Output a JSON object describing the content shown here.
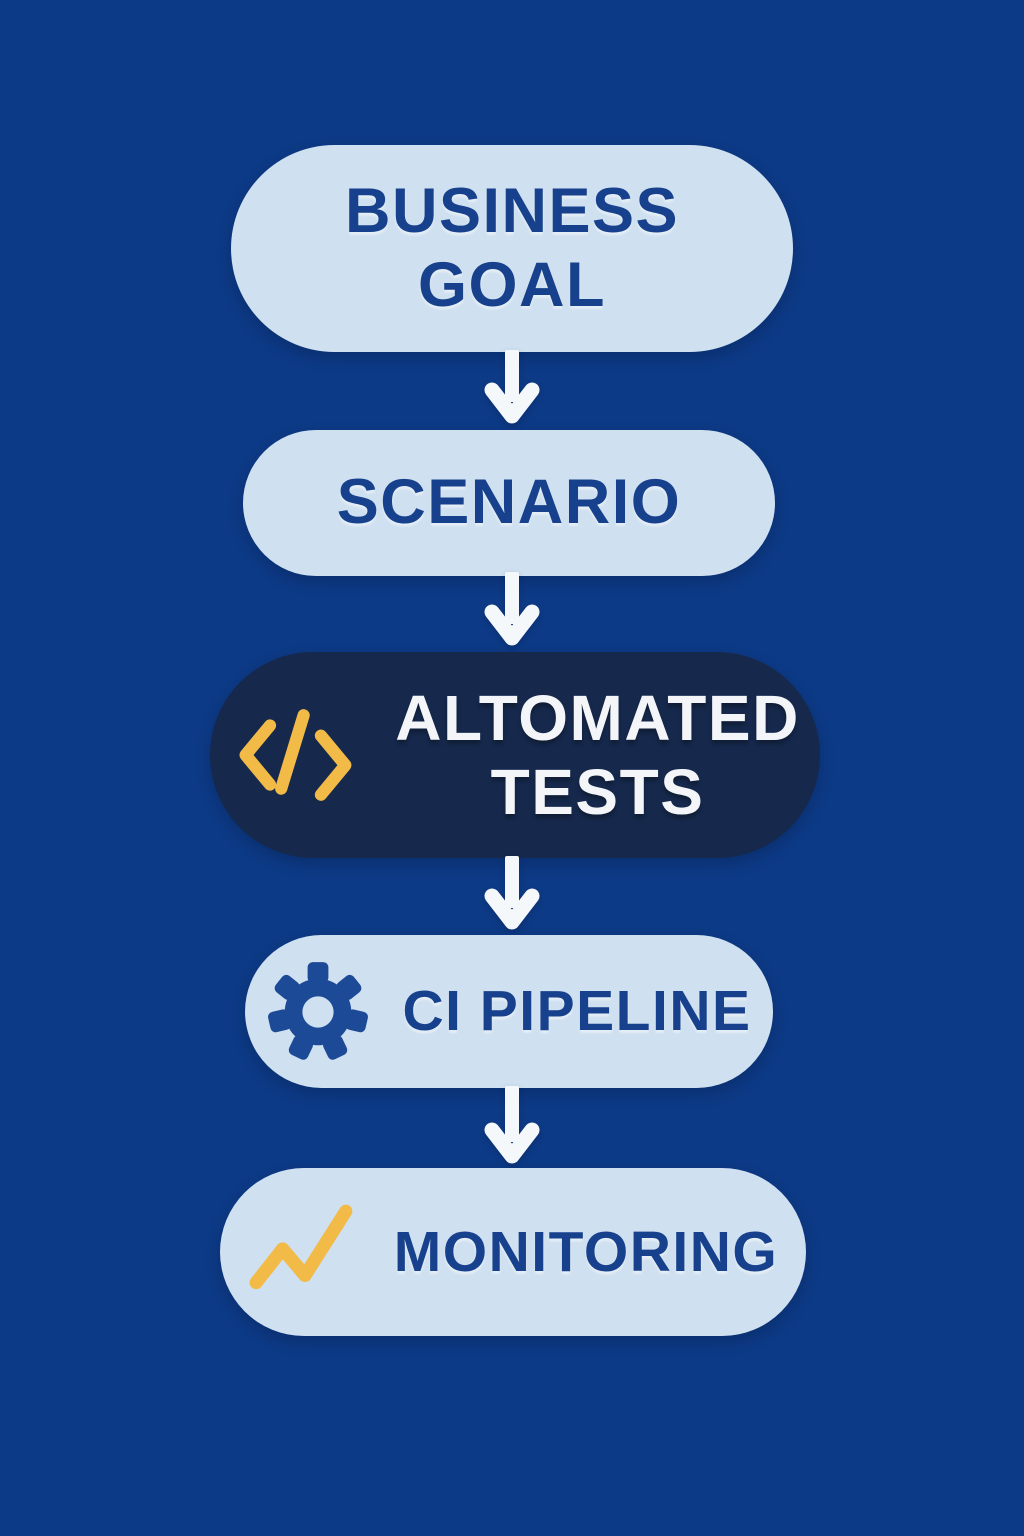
{
  "colors": {
    "background": "#0d3a86",
    "pill_light": "#cfe0f0",
    "pill_dark": "#16294d",
    "text_dark_blue": "#17418c",
    "text_light": "#f3f5f8",
    "accent_yellow": "#f2bb47",
    "gear_blue": "#1d4a97",
    "arrow_white": "#f5f8fb"
  },
  "flow": {
    "connector": "arrow-down",
    "nodes": [
      {
        "id": "business-goal",
        "variant": "light",
        "icon": null,
        "lines": [
          "BUSINESS",
          "GOAL"
        ]
      },
      {
        "id": "scenario",
        "variant": "light",
        "icon": null,
        "lines": [
          "SCENARIO"
        ]
      },
      {
        "id": "automated-tests",
        "variant": "dark",
        "icon": "code-brackets-icon",
        "lines": [
          "ALTOMATED",
          "TESTS"
        ]
      },
      {
        "id": "ci-pipeline",
        "variant": "light",
        "icon": "gear-icon",
        "lines": [
          "CI PIPELINE"
        ]
      },
      {
        "id": "monitoring",
        "variant": "light",
        "icon": "trend-line-icon",
        "lines": [
          "MONITORING"
        ]
      }
    ]
  }
}
